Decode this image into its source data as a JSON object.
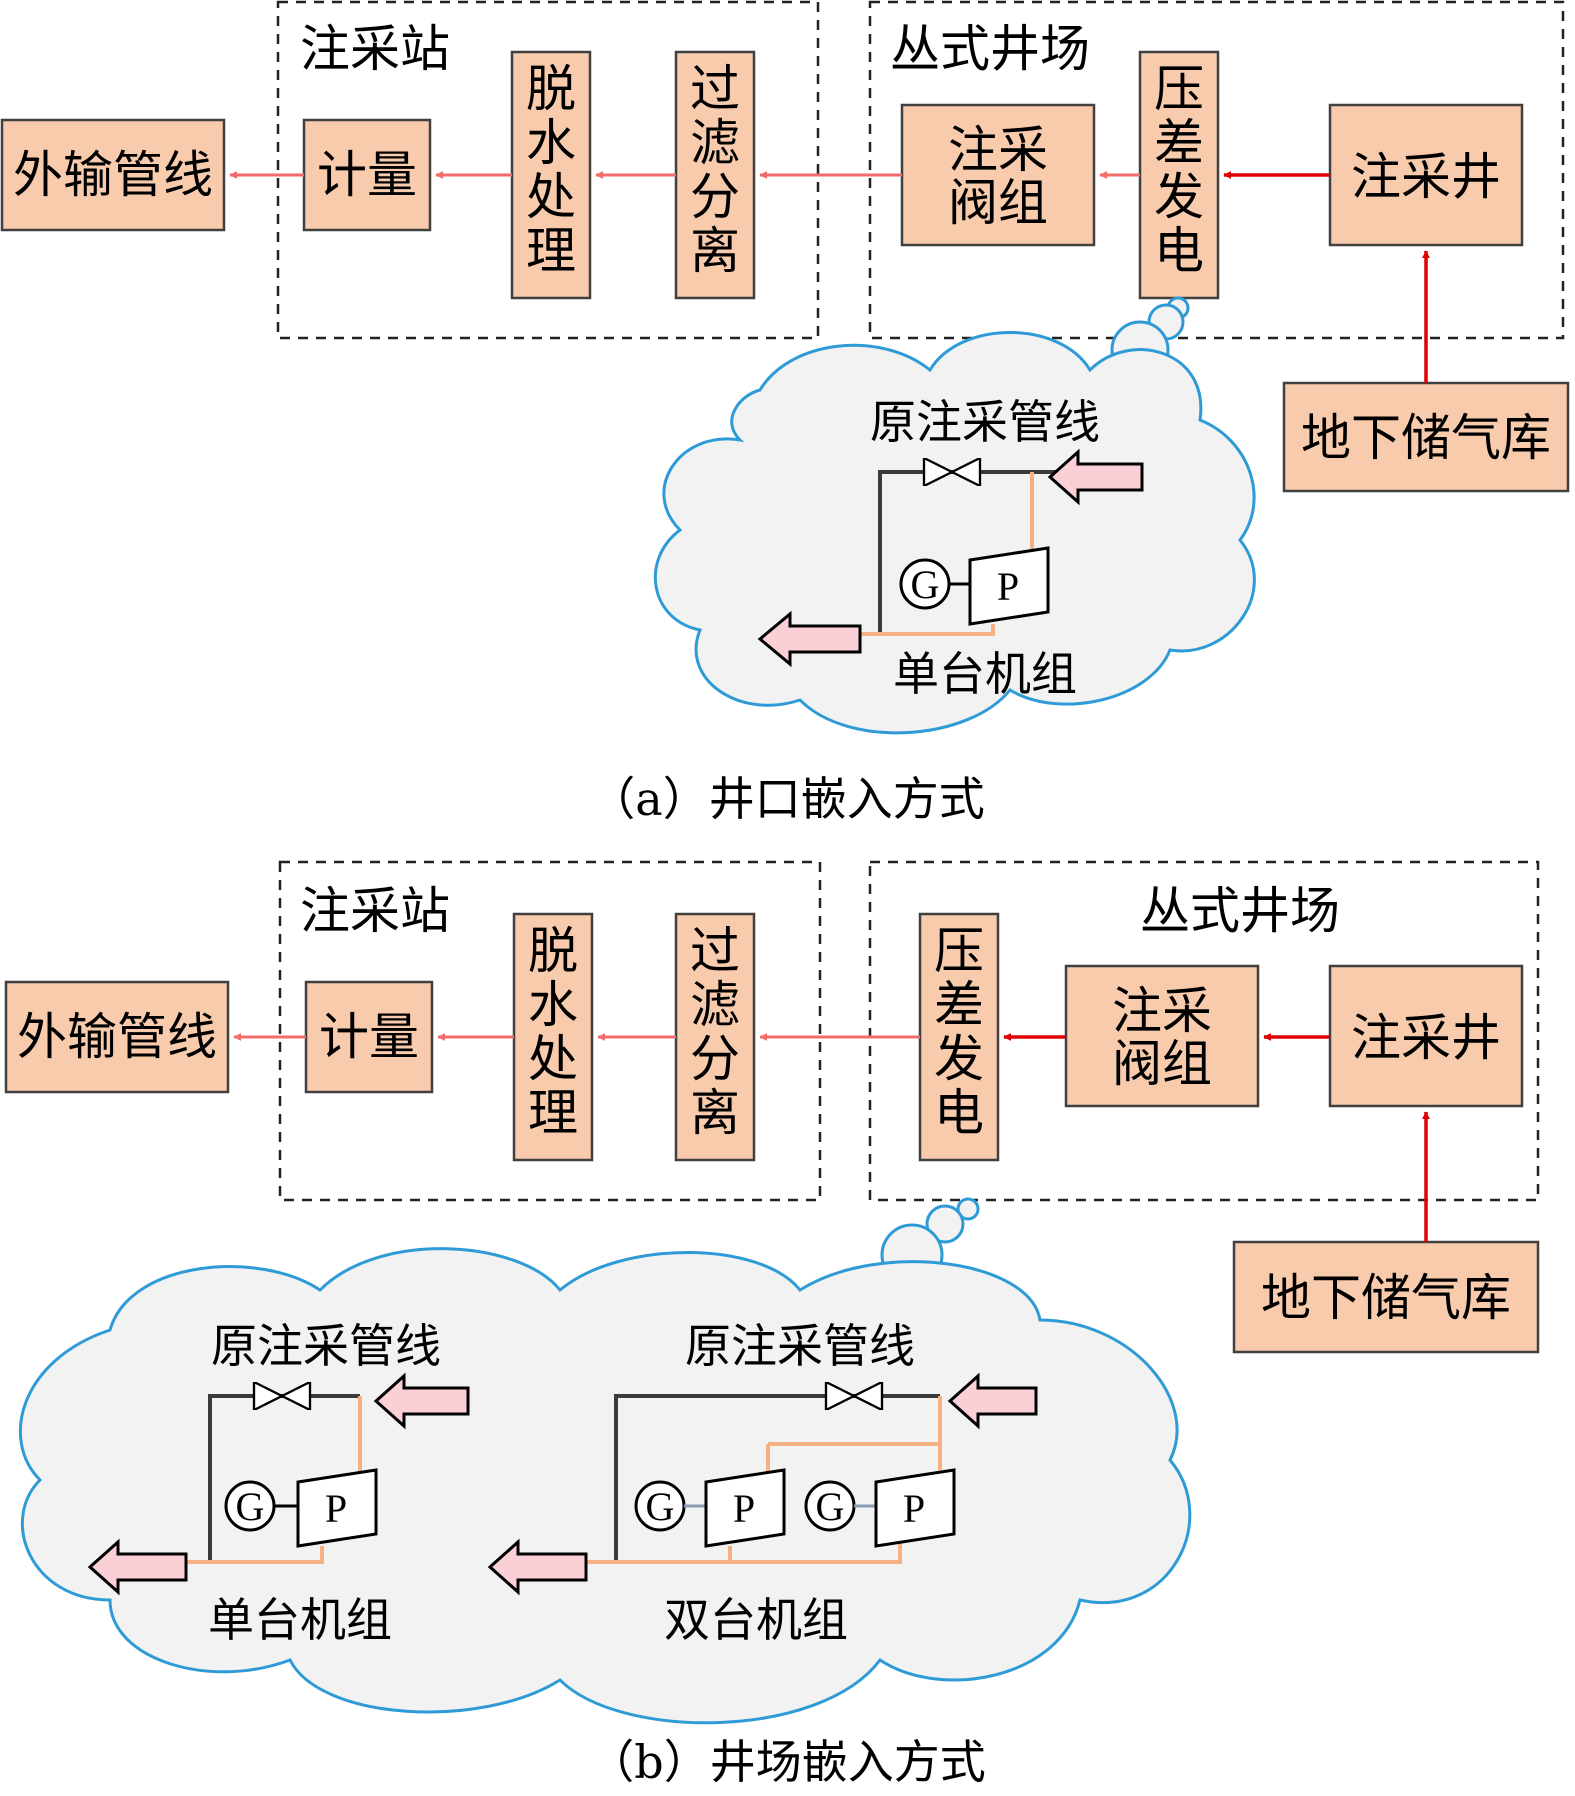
{
  "panel_a": {
    "station_label": "注采站",
    "wellsite_label": "丛式井场",
    "boxes": {
      "export": "外输管线",
      "meter": "计量",
      "dehydration": [
        "脱",
        "水",
        "处",
        "理"
      ],
      "filter": [
        "过",
        "滤",
        "分",
        "离"
      ],
      "valve_group": [
        "注采",
        "阀组"
      ],
      "pressure_gen": [
        "压",
        "差",
        "发",
        "电"
      ],
      "well": "注采井",
      "storage": "地下储气库"
    },
    "cloud": {
      "pipeline_label": "原注采管线",
      "unit_label": "单台机组",
      "generator": "G",
      "pump": "P"
    },
    "caption": "（a）井口嵌入方式"
  },
  "panel_b": {
    "station_label": "注采站",
    "wellsite_label": "丛式井场",
    "boxes": {
      "export": "外输管线",
      "meter": "计量",
      "dehydration": [
        "脱",
        "水",
        "处",
        "理"
      ],
      "filter": [
        "过",
        "滤",
        "分",
        "离"
      ],
      "pressure_gen": [
        "压",
        "差",
        "发",
        "电"
      ],
      "valve_group": [
        "注采",
        "阀组"
      ],
      "well": "注采井",
      "storage": "地下储气库"
    },
    "cloud": {
      "single_pipeline_label": "原注采管线",
      "single_unit_label": "单台机组",
      "double_pipeline_label": "原注采管线",
      "double_unit_label": "双台机组",
      "generator": "G",
      "pump": "P"
    },
    "caption": "（b）井场嵌入方式"
  },
  "colors": {
    "box_fill": "#F8CBAD",
    "flow_light": "#F26B6B",
    "flow_dark": "#E00000",
    "cloud_fill": "#F2F2F2",
    "cloud_stroke": "#2E9BD6",
    "pipe_orange": "#F4B183",
    "fat_arrow_fill": "#FBCFD6"
  }
}
